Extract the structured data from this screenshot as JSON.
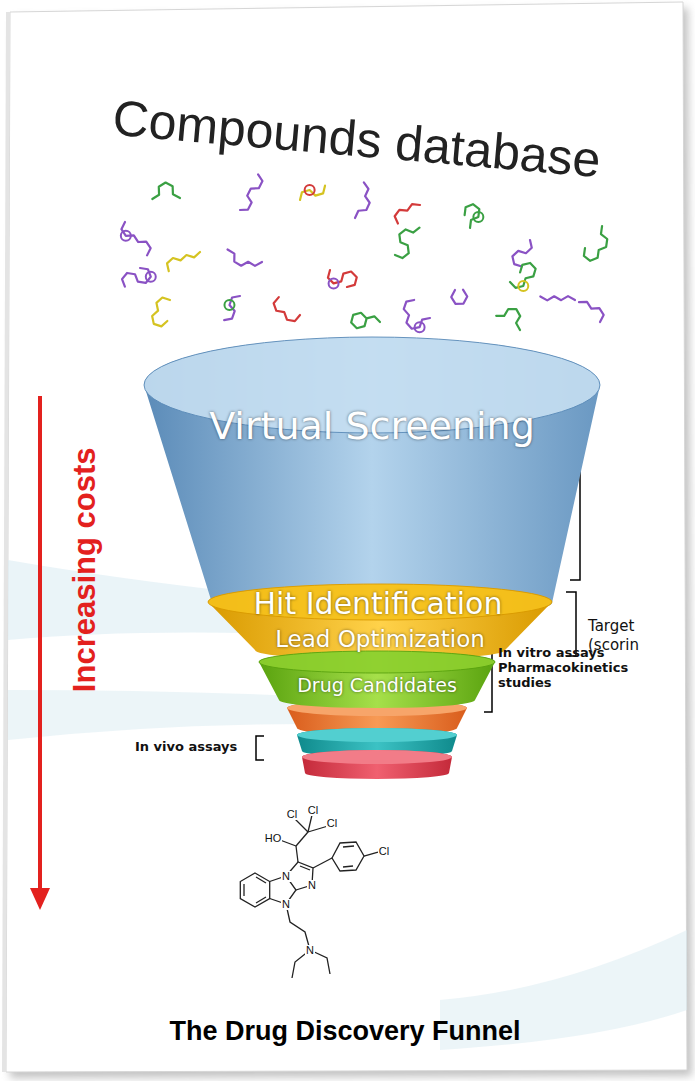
{
  "diagram": {
    "title": "Compounds database",
    "caption": "The Drug Discovery Funnel",
    "nodes": [
      {
        "text": [
          "Virtual Screening"
        ]
      },
      {
        "text": [
          "Hit Identification",
          "Lead Optimization"
        ]
      },
      {
        "text": [
          "Drug Candidates"
        ]
      }
    ],
    "labels": [
      "Increasing costs",
      "Target",
      "(scorin",
      "In vitro assays Pharmacokinetics studies",
      "In vivo assays",
      "HO",
      "Cl",
      "Cl",
      "Cl",
      "Cl",
      "N",
      "N",
      "N",
      "N"
    ]
  }
}
